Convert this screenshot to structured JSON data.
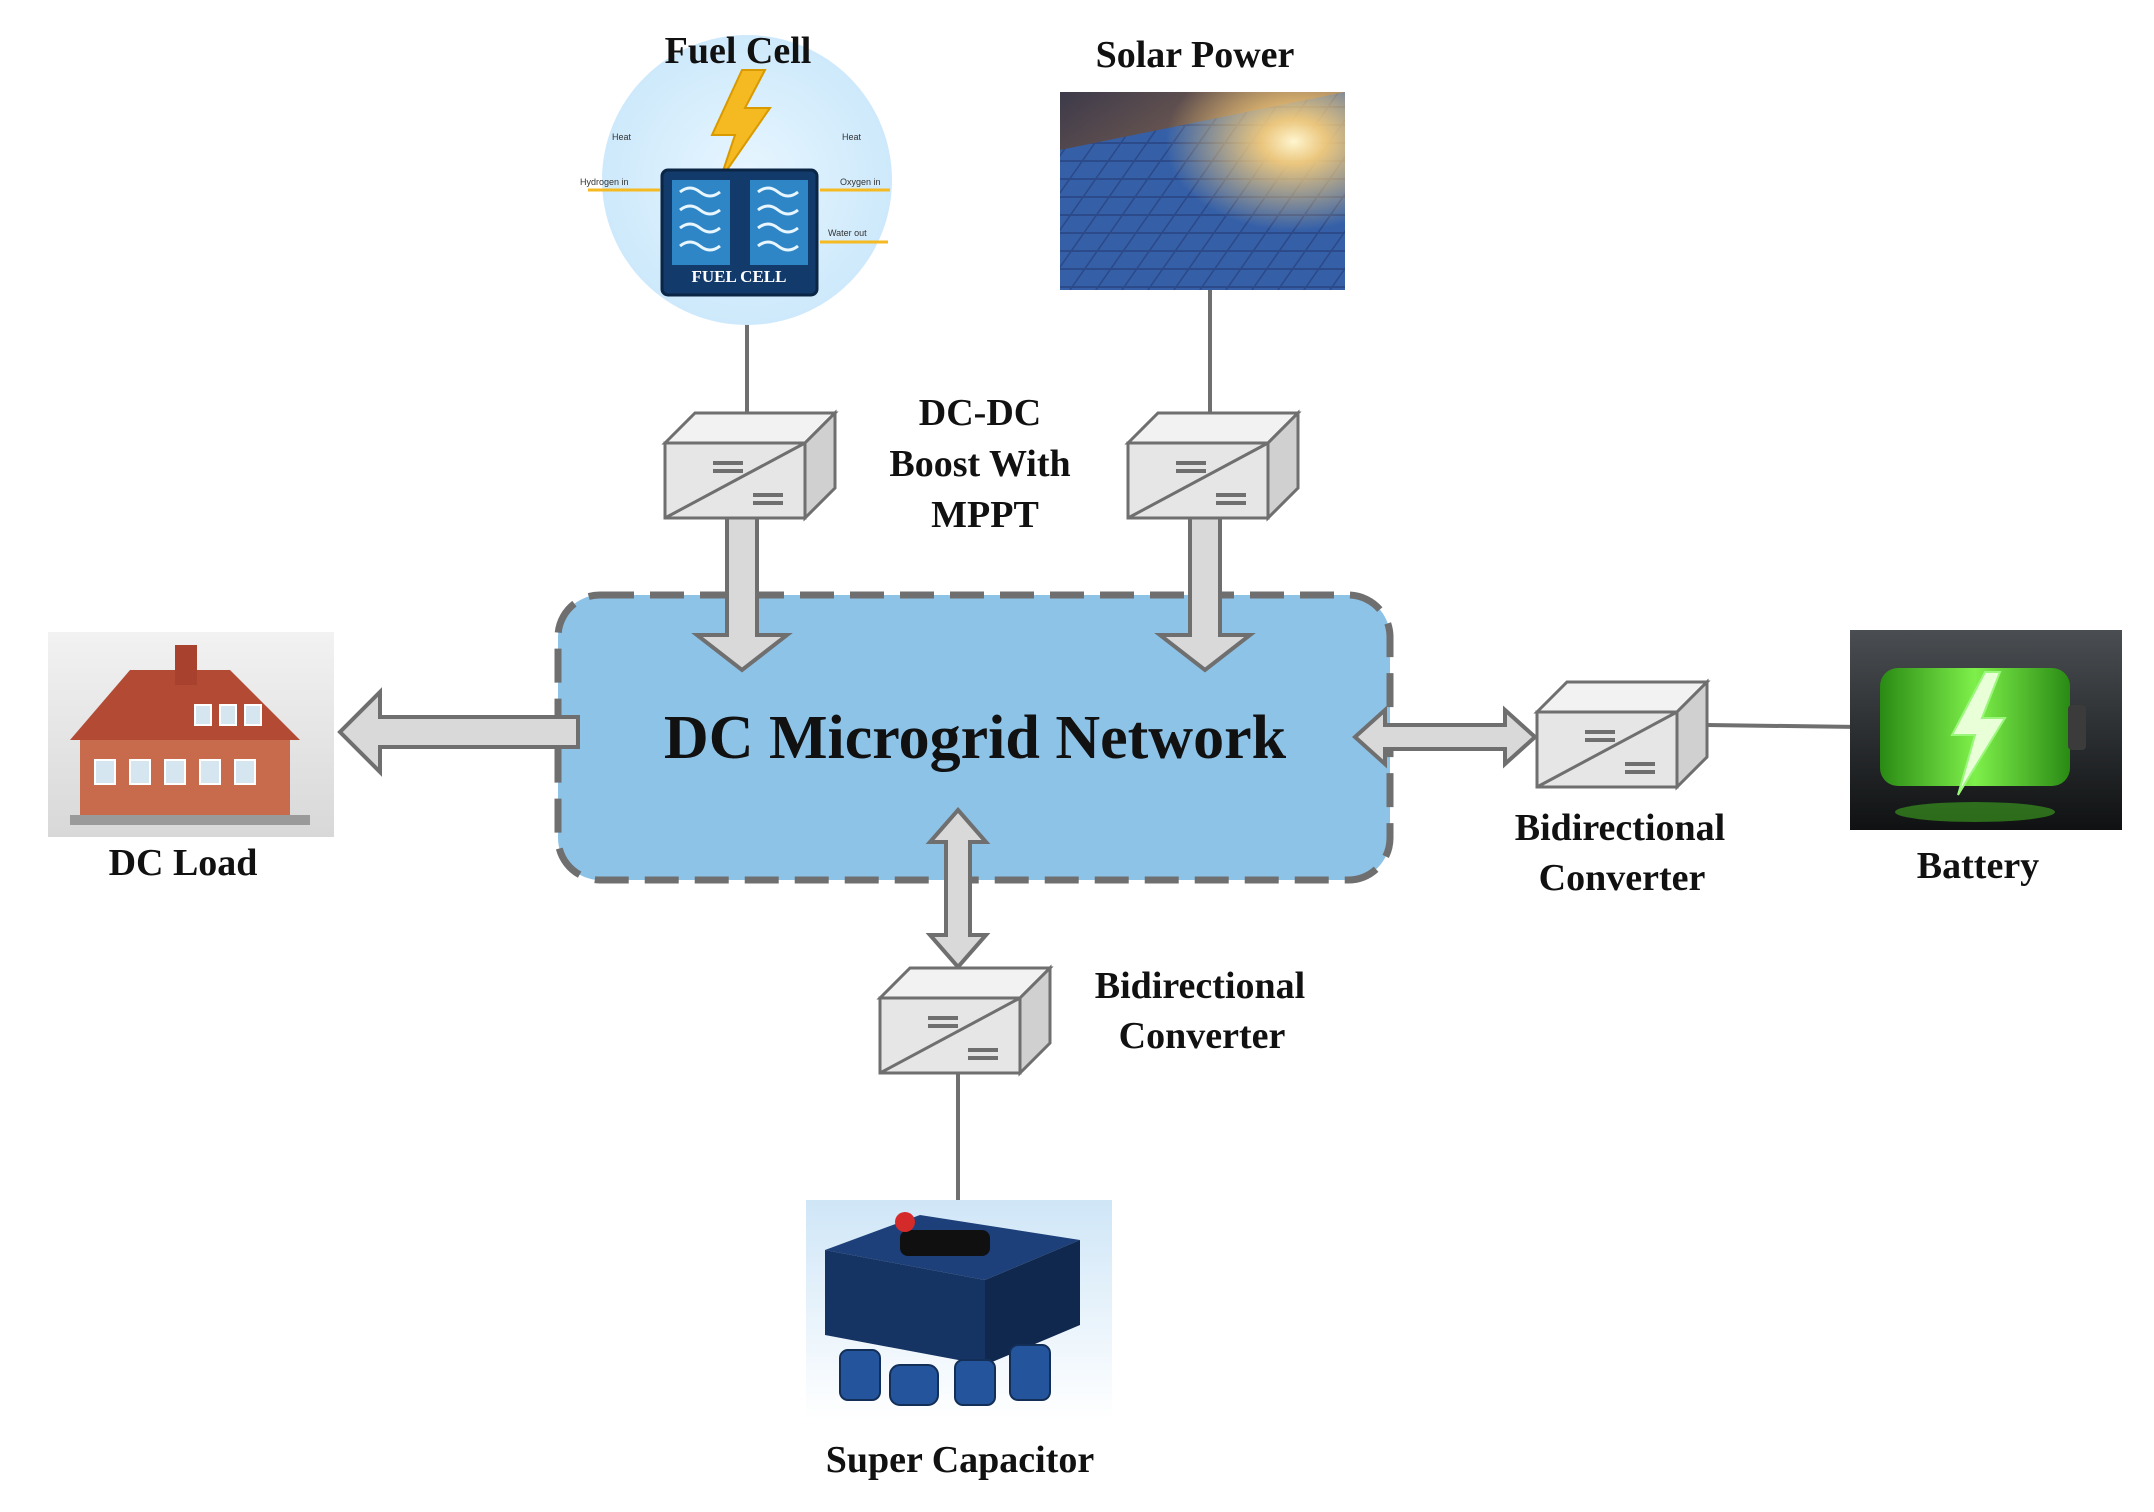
{
  "diagram": {
    "center_label": "DC Microgrid Network",
    "sources": {
      "fuel_cell": {
        "title": "Fuel Cell",
        "image_caption": "FUEL CELL",
        "image_labels": [
          "Heat",
          "Heat",
          "Hydrogen in",
          "Oxygen in",
          "Water out"
        ]
      },
      "solar": {
        "title": "Solar Power"
      }
    },
    "converter_labels": {
      "boost": [
        "DC-DC",
        "Boost With",
        "MPPT"
      ],
      "bidirectional_right": [
        "Bidirectional",
        "Converter"
      ],
      "bidirectional_bottom": [
        "Bidirectional",
        "Converter"
      ]
    },
    "loads": {
      "dc_load": "DC Load",
      "battery": "Battery",
      "super_capacitor": "Super Capacitor"
    }
  },
  "colors": {
    "network_fill": "#8ec3e8",
    "network_border": "#6f6f6f",
    "converter_face": "#e6e6e6",
    "arrow_fill": "#d9d9d9",
    "line": "#6f6f6f"
  }
}
